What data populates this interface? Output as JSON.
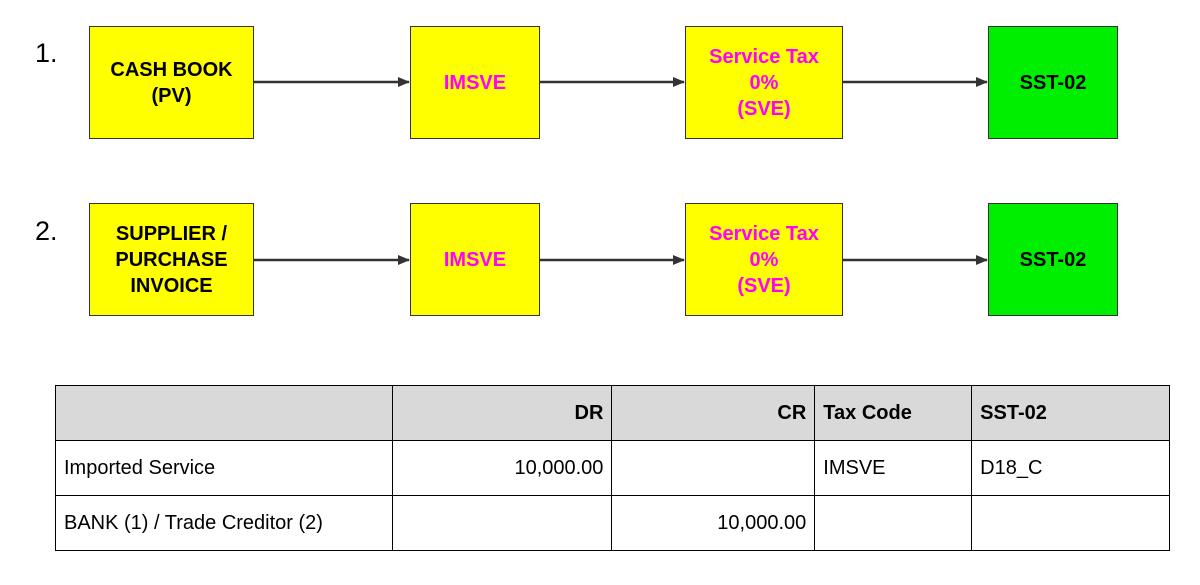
{
  "flows": [
    {
      "number": "1.",
      "steps": [
        "CASH BOOK\n(PV)",
        "IMSVE",
        "Service Tax\n0%\n(SVE)",
        "SST-02"
      ]
    },
    {
      "number": "2.",
      "steps": [
        "SUPPLIER /\nPURCHASE\nINVOICE",
        "IMSVE",
        "Service Tax\n0%\n(SVE)",
        "SST-02"
      ]
    }
  ],
  "colors": {
    "box_yellow": "#ffff00",
    "box_green": "#00ee00",
    "magenta_text": "#ff00ff",
    "header_gray": "#d9d9d9"
  },
  "table": {
    "headers": [
      "",
      "DR",
      "CR",
      "Tax Code",
      "SST-02"
    ],
    "rows": [
      [
        "Imported Service",
        "10,000.00",
        "",
        "IMSVE",
        "D18_C"
      ],
      [
        "BANK (1) / Trade Creditor (2)",
        "",
        "10,000.00",
        "",
        ""
      ]
    ]
  }
}
